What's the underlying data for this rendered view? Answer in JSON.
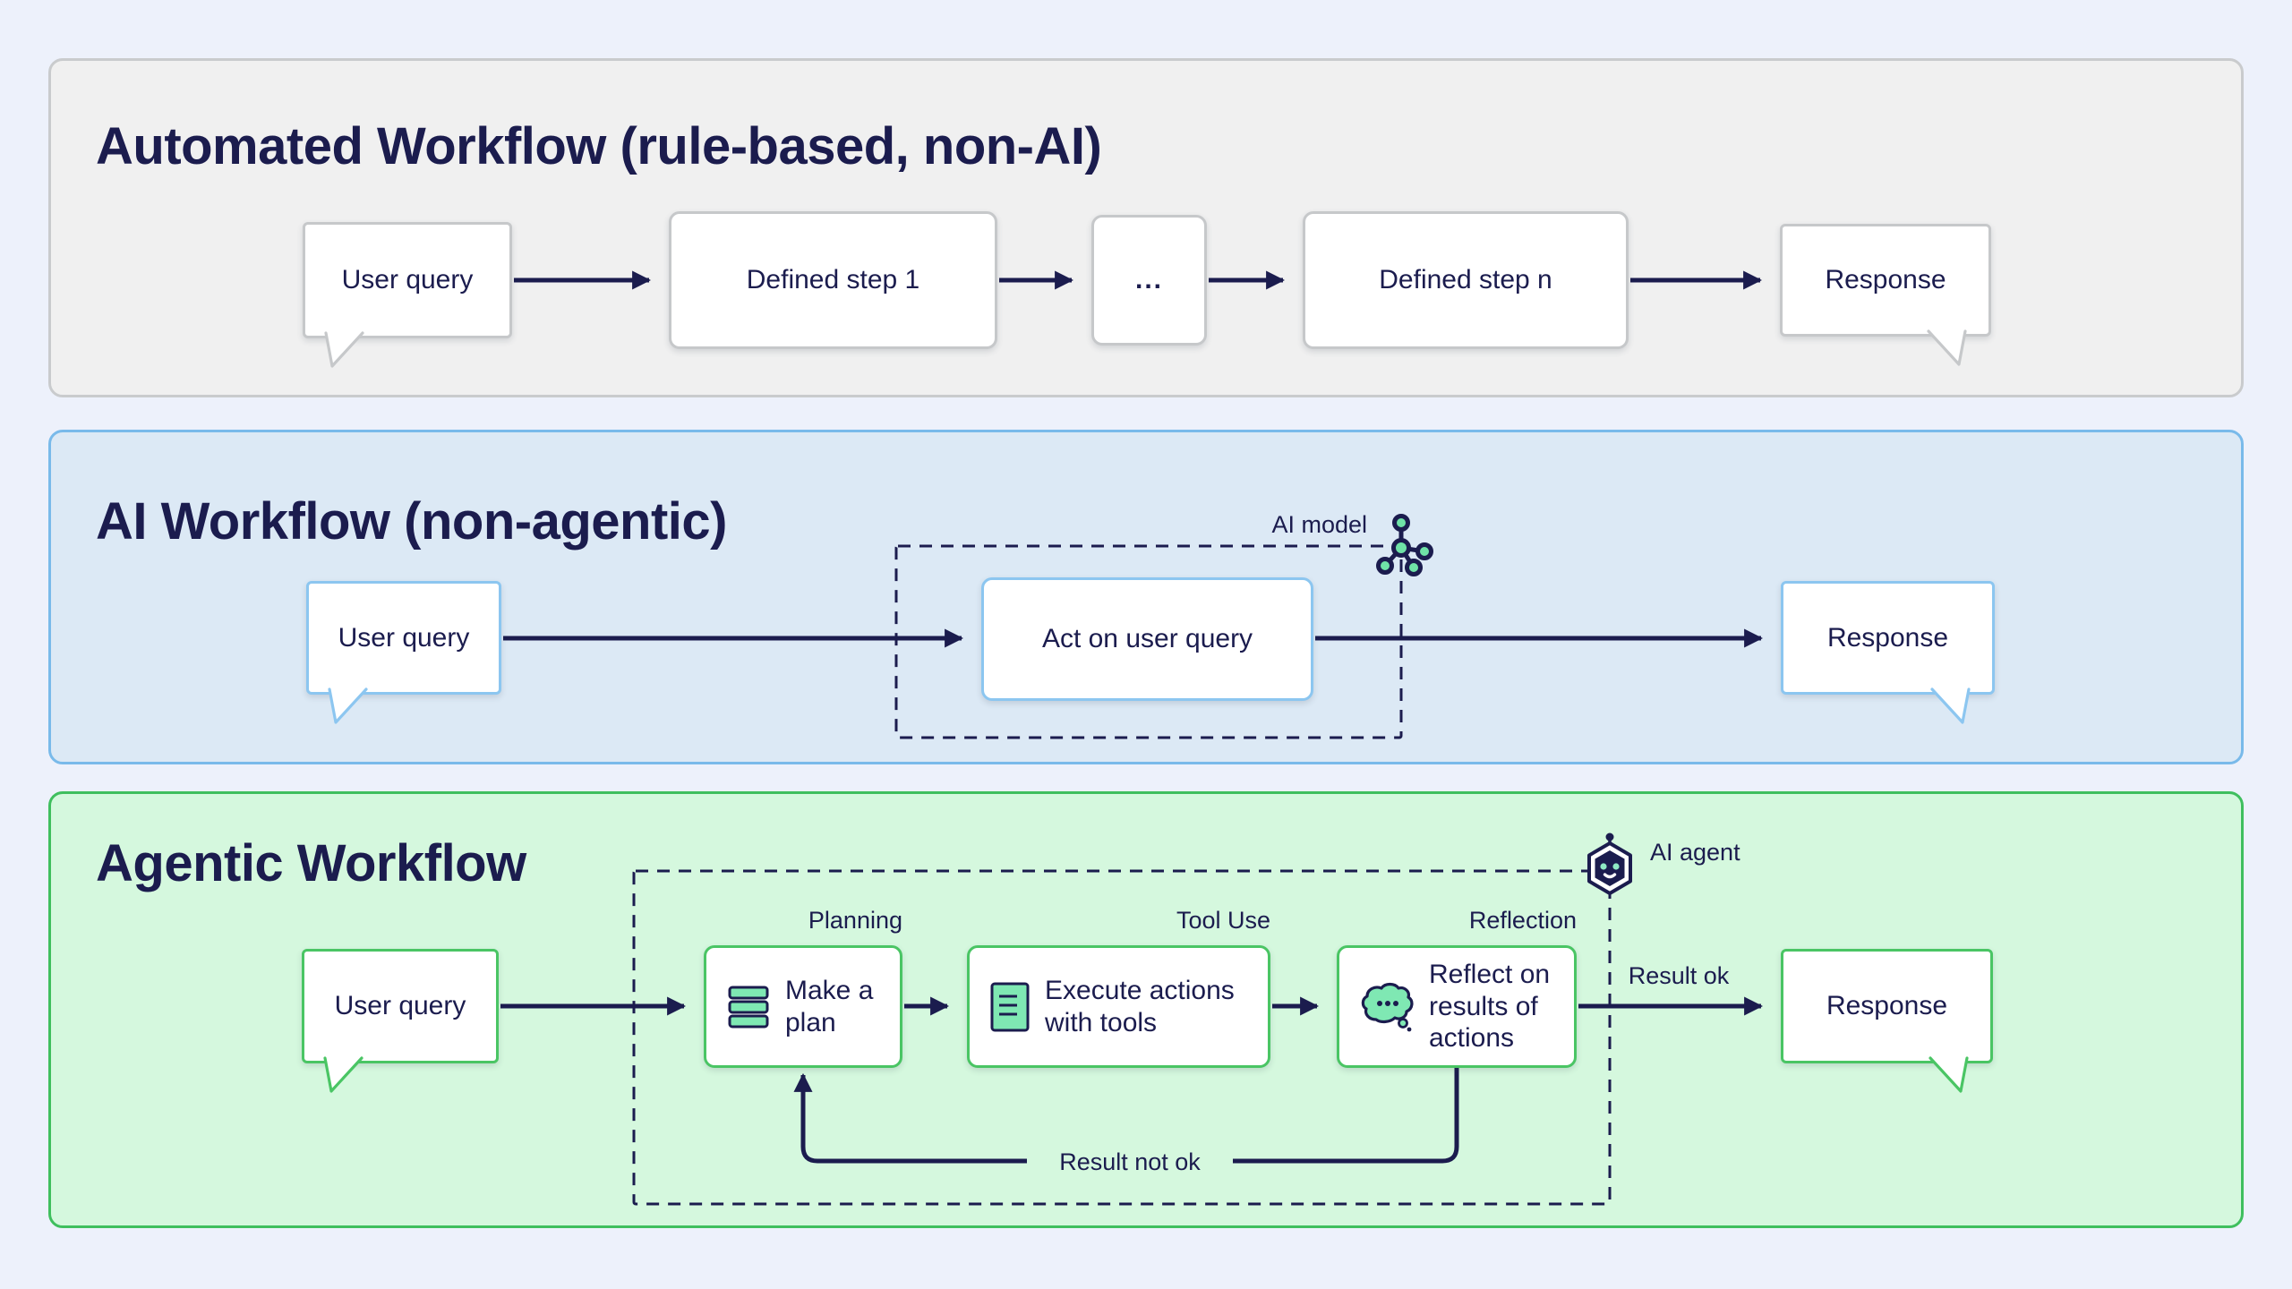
{
  "colors": {
    "page_bg": "#edf1fb",
    "ink": "#1b1c4e",
    "box_bg": "#ffffff",
    "mint": "#7fe8b3",
    "auto_bg": "#f0f0f0",
    "auto_border": "#c9cbcd",
    "auto_box_border": "#c6c8ca",
    "ai_bg": "#dce9f5",
    "ai_border": "#79baea",
    "ai_box_border": "#8cc6f0",
    "agentic_bg": "#d5f8de",
    "agentic_border": "#3fbf5e",
    "agentic_box_border": "#4ac564"
  },
  "panels": {
    "automated": {
      "title": "Automated Workflow (rule-based, non-AI)",
      "nodes": {
        "user_query": "User query",
        "step1": "Defined step 1",
        "dots": "...",
        "stepn": "Defined step n",
        "response": "Response"
      }
    },
    "ai": {
      "title": "AI Workflow (non-agentic)",
      "model_label": "AI model",
      "nodes": {
        "user_query": "User query",
        "act": "Act on user query",
        "response": "Response"
      }
    },
    "agentic": {
      "title": "Agentic Workflow",
      "agent_label": "AI agent",
      "stage_labels": {
        "planning": "Planning",
        "tool_use": "Tool Use",
        "reflection": "Reflection"
      },
      "edge_labels": {
        "result_ok": "Result ok",
        "result_not_ok": "Result not ok"
      },
      "nodes": {
        "user_query": "User query",
        "plan": "Make a plan",
        "execute": "Execute actions with tools",
        "reflect": "Reflect on results of actions",
        "response": "Response"
      }
    }
  }
}
